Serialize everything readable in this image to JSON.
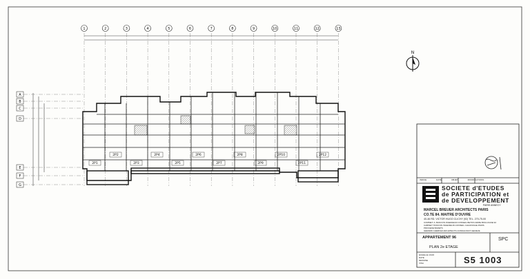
{
  "grid": {
    "columns": [
      "1",
      "2",
      "3",
      "4",
      "5",
      "6",
      "7",
      "8",
      "9",
      "10",
      "11",
      "12",
      "13"
    ],
    "rows": [
      "A",
      "B",
      "C",
      "D",
      "E",
      "F",
      "G"
    ]
  },
  "north_label": "N",
  "units": [
    "2P1",
    "2P2",
    "2P3",
    "2P4",
    "2P5",
    "2P6",
    "2P7",
    "2P8",
    "2P9",
    "2P10",
    "2P11",
    "2P12"
  ],
  "title_block": {
    "company_line1": "SOCIETE d'ETUDES",
    "company_line2": "de PARTICIPATION et",
    "company_line3": "de DEVELOPPEMENT",
    "company_city": "PARIS ANNECY",
    "architects": "MARCEL BREUER ARCHITECTS PARIS",
    "co_te": "CO.TE 84. MAITRE D'OUVRE",
    "address": "40-46 RD. VICTOR HUGO CLICHY (92)  TEL. 270-75-00",
    "line_a": "COMMET. A. BANCON INGENIEUR-CONSEIL  BETON ARME  BOULOGNE 92",
    "line_b": "CABINET TROUVIN INGENIEUR-CONSEIL CHAUFFAGE  PARIS",
    "line_c": "PROCEDE BARETS",
    "line_d": "GERARD CHERVAZ ARCHITECTS CONSULTANT GENEVE",
    "revisions_header": [
      "INDICE",
      "DATE",
      "OBJET",
      "MODIFICATIONS"
    ],
    "project": "APPARTEMENT 96",
    "sheet_title": "PLAN 2e ETAGE",
    "ref_code": "SPC",
    "meta": [
      "ECHELLE 1/100",
      "DATE",
      "DESSINE",
      "VISA"
    ],
    "drawing_number": "S5 1003"
  }
}
